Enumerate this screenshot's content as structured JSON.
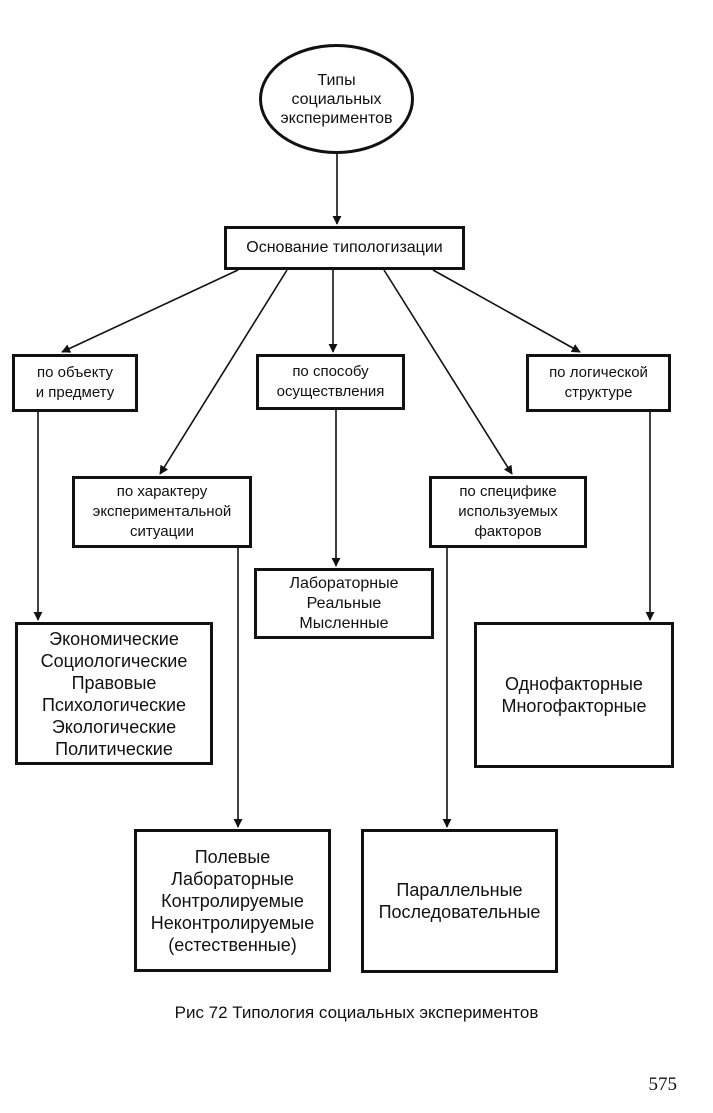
{
  "nodes": {
    "root": [
      "Типы",
      "социальных",
      "экспериментов"
    ],
    "basis": [
      "Основание типологизации"
    ],
    "by_object": [
      "по объекту",
      "и предмету"
    ],
    "by_method": [
      "по способу",
      "осуществления"
    ],
    "by_logic": [
      "по логической",
      "структуре"
    ],
    "by_situation": [
      "по характеру",
      "экспериментальной",
      "ситуации"
    ],
    "by_factors": [
      "по специфике",
      "используемых",
      "факторов"
    ],
    "object_types": [
      "Экономические",
      "Социологические",
      "Правовые",
      "Психологические",
      "Экологические",
      "Политические"
    ],
    "method_types": [
      "Лабораторные",
      "Реальные",
      "Мысленные"
    ],
    "logic_types": [
      "Однофакторные",
      "Многофакторные"
    ],
    "situation_types": [
      "Полевые",
      "Лабораторные",
      "Контролируемые",
      "Неконтролируемые",
      "(естественные)"
    ],
    "factor_types": [
      "Параллельные",
      "Последовательные"
    ]
  },
  "caption": "Рис  72  Типология социальных экспериментов",
  "page_number": "575"
}
